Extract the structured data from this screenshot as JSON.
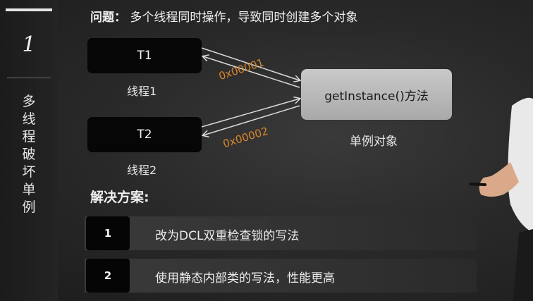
{
  "sidebar": {
    "number": "1",
    "title": "多线程破坏单例"
  },
  "question": {
    "label": "问题：",
    "text": "多个线程同时操作，导致同时创建多个对象"
  },
  "threads": [
    {
      "name": "T1",
      "caption": "线程1",
      "address": "0x00001"
    },
    {
      "name": "T2",
      "caption": "线程2",
      "address": "0x00002"
    }
  ],
  "instance": {
    "label": "getInstance()方法",
    "caption": "单例对象"
  },
  "solution": {
    "title": "解决方案:",
    "items": [
      {
        "number": "1",
        "text": "改为DCL双重检查锁的写法"
      },
      {
        "number": "2",
        "text": "使用静态内部类的写法，性能更高"
      }
    ]
  },
  "colors": {
    "background": "#2a2a2a",
    "address_text": "#d8862c",
    "thread_box": "#060606",
    "instance_box": "#bdbdbd"
  }
}
